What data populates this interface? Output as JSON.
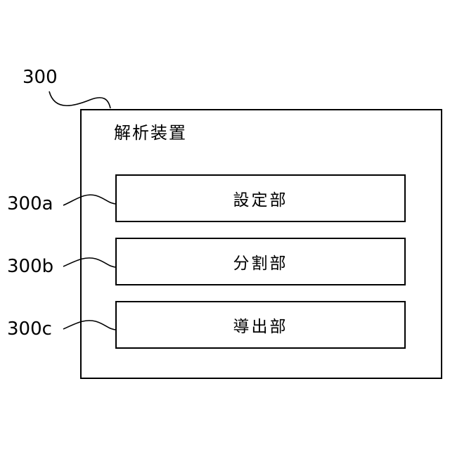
{
  "device": {
    "reference": "300",
    "title": "解析装置"
  },
  "units": [
    {
      "reference": "300a",
      "label": "設定部"
    },
    {
      "reference": "300b",
      "label": "分割部"
    },
    {
      "reference": "300c",
      "label": "導出部"
    }
  ]
}
